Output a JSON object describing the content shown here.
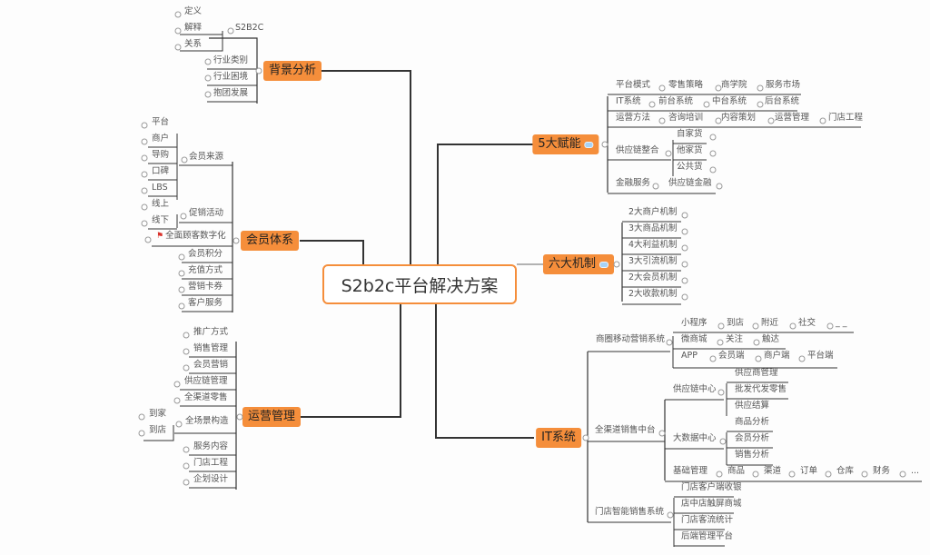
{
  "central": {
    "label": "S2b2c平台解决方案"
  },
  "colors": {
    "topic": "#f58e3b",
    "line": "#333333",
    "thin": "#777777",
    "flag": "#d9322b"
  },
  "topics": {
    "bg": {
      "label": "背景分析"
    },
    "member": {
      "label": "会员体系"
    },
    "ops": {
      "label": "运营管理"
    },
    "five": {
      "label": "5大赋能"
    },
    "six": {
      "label": "六大机制"
    },
    "it": {
      "label": "IT系统"
    }
  },
  "bg": {
    "s2b2c": "S2B2C",
    "s2b2c_children": [
      "定义",
      "解释",
      "关系"
    ],
    "items": [
      "行业类别",
      "行业困境",
      "抱团发展"
    ]
  },
  "member": {
    "source": "会员来源",
    "source_children": [
      "平台",
      "商户",
      "导购",
      "口碑",
      "LBS"
    ],
    "promo": "促销活动",
    "promo_children": [
      "线上",
      "线下"
    ],
    "digital": "全面顾客数字化",
    "items": [
      "会员积分",
      "充值方式",
      "营销卡券",
      "客户服务"
    ]
  },
  "ops": {
    "items_top": [
      "推广方式",
      "销售管理",
      "会员营销",
      "供应链管理",
      "全渠道零售"
    ],
    "scene": "全场景构造",
    "scene_children": [
      "到家",
      "到店"
    ],
    "items_bottom": [
      "服务内容",
      "门店工程",
      "企划设计"
    ]
  },
  "five": {
    "rows": [
      [
        "平台模式",
        "零售策略",
        "商学院",
        "服务市场"
      ],
      [
        "IT系统",
        "前台系统",
        "中台系统",
        "后台系统"
      ],
      [
        "运营方法",
        "咨询培训",
        "内容策划",
        "运营管理",
        "门店工程"
      ]
    ],
    "supply": "供应链整合",
    "supply_children": [
      "自家货",
      "他家货",
      "公共货"
    ],
    "finance": [
      "金融服务",
      "供应链金融"
    ]
  },
  "six": {
    "items": [
      "2大商户机制",
      "3大商品机制",
      "4大利益机制",
      "3大引流机制",
      "2大会员机制",
      "2大收款机制"
    ]
  },
  "it": {
    "mobile": "商圈移动营销系统",
    "mobile_rows": [
      [
        "小程序",
        "到店",
        "附近",
        "社交",
        "_ _"
      ],
      [
        "微商城",
        "关注",
        "触达"
      ],
      [
        "APP",
        "会员端",
        "商户端",
        "平台端"
      ]
    ],
    "omni": "全渠道销售中台",
    "supply_center": "供应链中心",
    "supply_center_children": [
      "供应商管理",
      "批发代发零售",
      "供应结算"
    ],
    "bigdata": "大数据中心",
    "bigdata_children": [
      "商品分析",
      "会员分析",
      "销售分析"
    ],
    "basic": [
      "基础管理",
      "商品",
      "渠道",
      "订单",
      "仓库",
      "财务",
      "..."
    ],
    "store": "门店智能销售系统",
    "store_children": [
      "门店客户端收银",
      "店中店触屏商城",
      "门店客流统计",
      "后端管理平台"
    ]
  }
}
